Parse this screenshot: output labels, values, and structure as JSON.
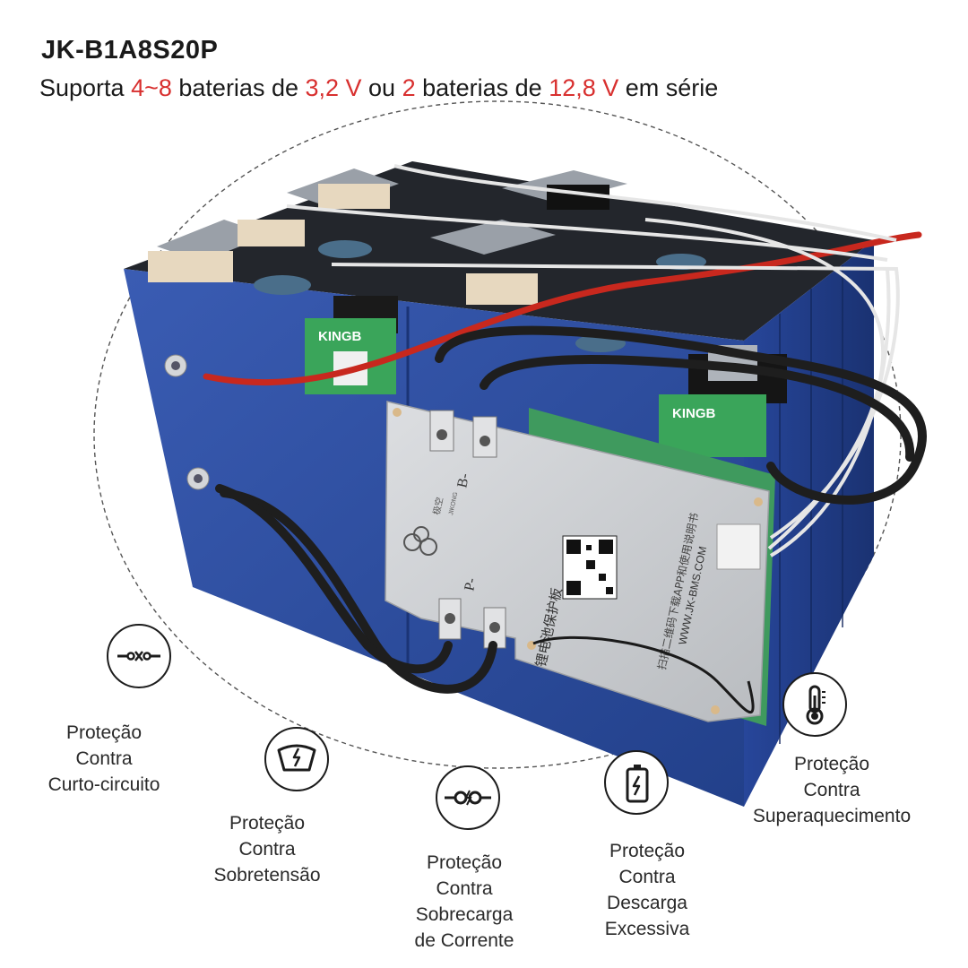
{
  "header": {
    "title": "JK-B1A8S20P",
    "subtitle": {
      "t1": "Suporta ",
      "h1": "4~8",
      "t2": " baterias de ",
      "h2": "3,2 V",
      "t3": " ou ",
      "h3": "2",
      "t4": " baterias de ",
      "h4": "12,8 V",
      "t5": " em série"
    }
  },
  "colors": {
    "highlight": "#d8302f",
    "battery_blue": "#2f4fa3",
    "board_silver": "#cfd1d4",
    "wire_red": "#c8281e",
    "wire_black": "#1e1e1e"
  },
  "product": {
    "cell_brand": "KINGB",
    "board_label_b": "B-",
    "board_label_p": "P-",
    "board_text_cn": "锂电池保护板",
    "board_text_cn2": "扫描二维码下载APP和使用说明书",
    "board_brand_cn": "极空",
    "board_brand_en": "JIKONG",
    "board_url": "WWW.JK-BMS.COM"
  },
  "features": [
    {
      "icon": "short-circuit-icon",
      "lines": [
        "Proteção",
        "Contra",
        "Curto-circuito"
      ]
    },
    {
      "icon": "overvoltage-gauge-icon",
      "lines": [
        "Proteção",
        "Contra",
        "Sobretensão"
      ]
    },
    {
      "icon": "overcurrent-fuse-icon",
      "lines": [
        "Proteção",
        "Contra",
        "Sobrecarga",
        "de Corrente"
      ]
    },
    {
      "icon": "battery-discharge-icon",
      "lines": [
        "Proteção",
        "Contra",
        "Descarga",
        "Excessiva"
      ]
    },
    {
      "icon": "thermometer-icon",
      "lines": [
        "Proteção",
        "Contra",
        "Superaquecimento"
      ]
    }
  ]
}
